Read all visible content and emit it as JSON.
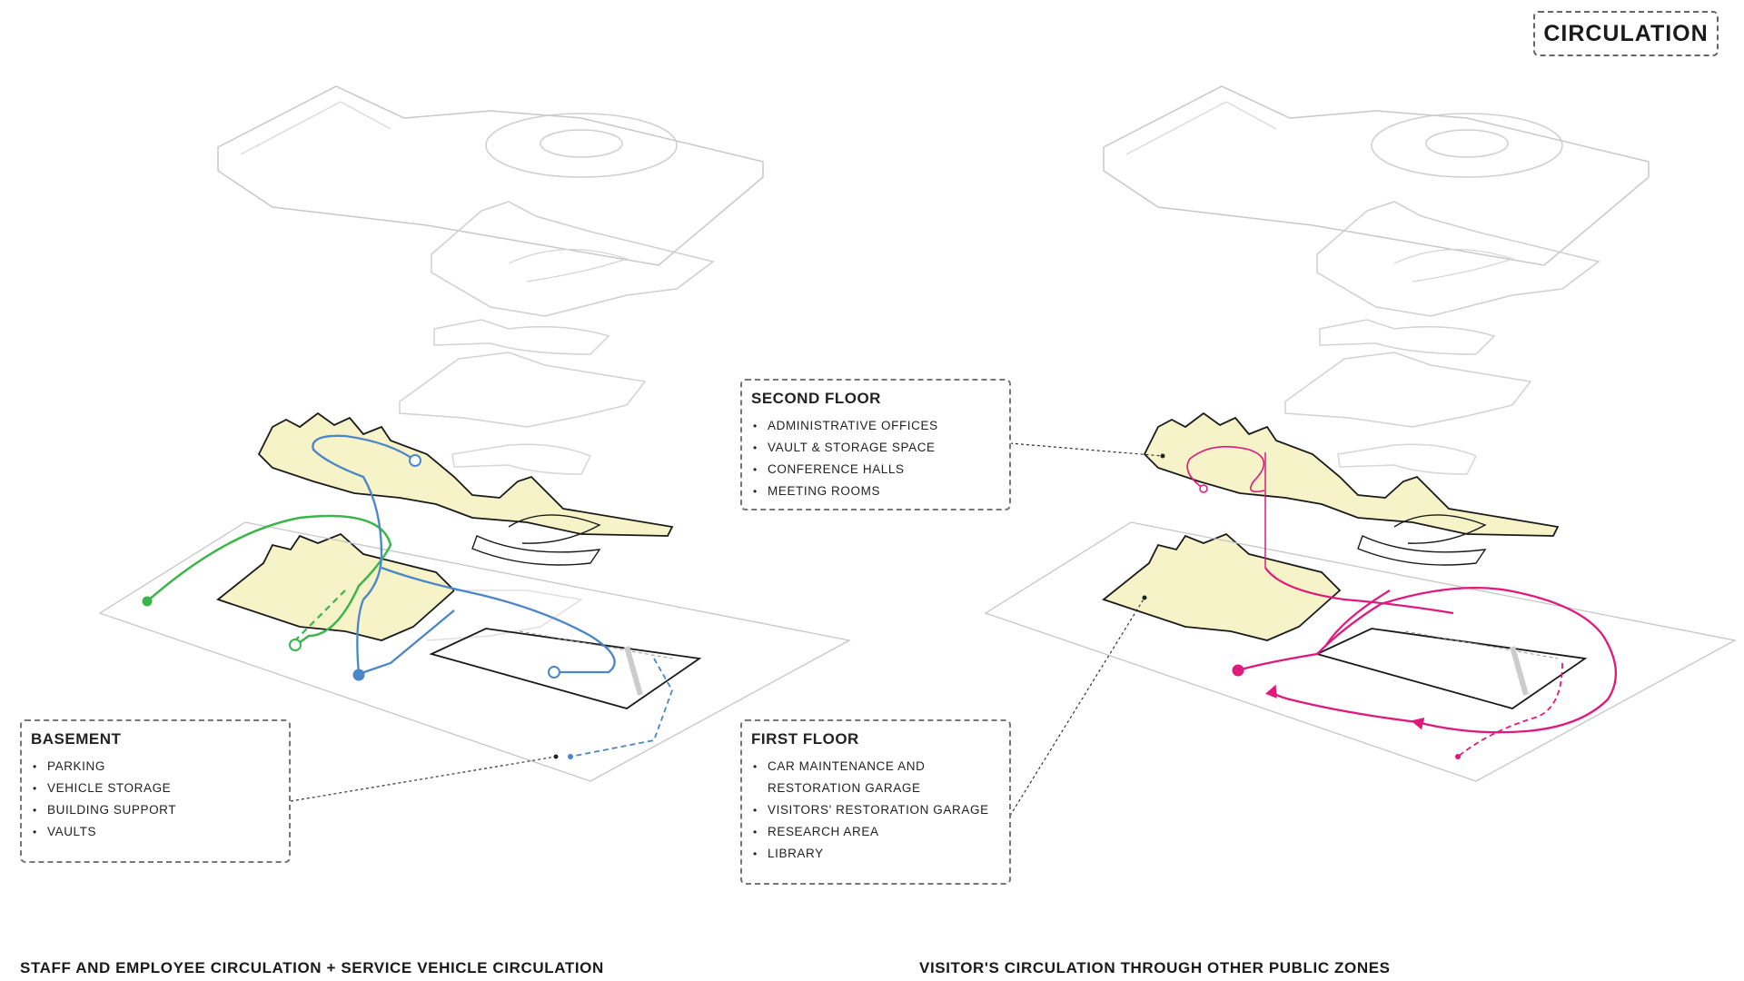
{
  "badge": {
    "label": "CIRCULATION"
  },
  "boxes": {
    "basement": {
      "title": "BASEMENT",
      "items": [
        "PARKING",
        "VEHICLE STORAGE",
        "BUILDING SUPPORT",
        "VAULTS"
      ]
    },
    "second_floor": {
      "title": "SECOND FLOOR",
      "items": [
        "ADMINISTRATIVE OFFICES",
        "VAULT & STORAGE SPACE",
        "CONFERENCE HALLS",
        "MEETING ROOMS"
      ]
    },
    "first_floor": {
      "title": "FIRST FLOOR",
      "items": [
        "CAR MAINTENANCE AND",
        "RESTORATION GARAGE",
        "VISITORS' RESTORATION GARAGE",
        "RESEARCH AREA",
        "LIBRARY"
      ]
    }
  },
  "captions": {
    "left": "STAFF AND EMPLOYEE CIRCULATION + SERVICE VEHICLE CIRCULATION",
    "right": "VISITOR'S CIRCULATION THROUGH OTHER PUBLIC ZONES"
  },
  "colors": {
    "green": "#3bb54a",
    "blue": "#4a86c8",
    "magenta": "#e0197d",
    "highlight": "#f5f3c7",
    "line": "#bdbdbd",
    "dark_line": "#1a1a1a"
  }
}
